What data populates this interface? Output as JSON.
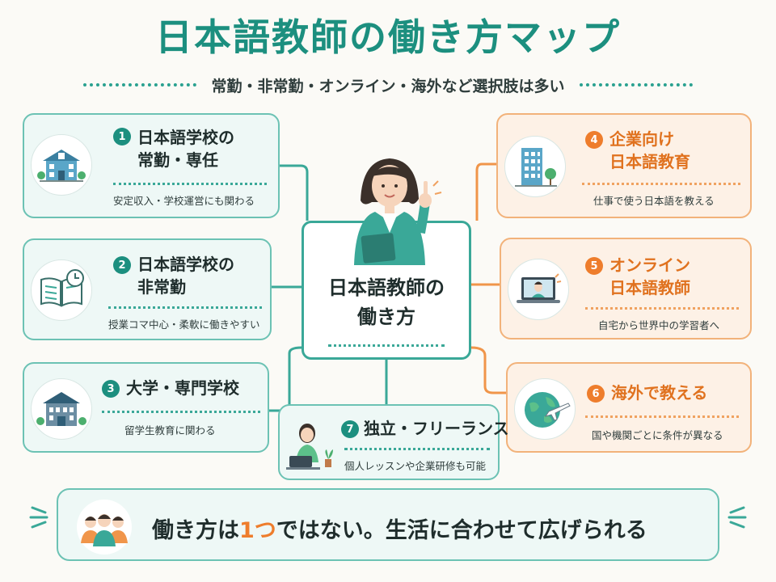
{
  "title": "日本語教師の働き方マップ",
  "subtitle": "常勤・非常勤・オンライン・海外など選択肢は多い",
  "center": {
    "line1": "日本語教師の",
    "line2": "働き方"
  },
  "cards": [
    {
      "num": "1",
      "title1": "日本語学校の",
      "title2": "常勤・専任",
      "desc": "安定収入・学校運営にも関わる",
      "icon": "school-building-icon"
    },
    {
      "num": "2",
      "title1": "日本語学校の",
      "title2": "非常勤",
      "desc": "授業コマ中心・柔軟に働きやすい",
      "icon": "book-clock-icon"
    },
    {
      "num": "3",
      "title1": "大学・専門学校",
      "title2": "",
      "desc": "留学生教育に関わる",
      "icon": "university-icon"
    },
    {
      "num": "4",
      "title1": "企業向け",
      "title2": "日本語教育",
      "desc": "仕事で使う日本語を教える",
      "icon": "office-building-icon"
    },
    {
      "num": "5",
      "title1": "オンライン",
      "title2": "日本語教師",
      "desc": "自宅から世界中の学習者へ",
      "icon": "laptop-video-icon"
    },
    {
      "num": "6",
      "title1": "海外で教える",
      "title2": "",
      "desc": "国や機関ごとに条件が異なる",
      "icon": "globe-plane-icon"
    },
    {
      "num": "7",
      "title1": "独立・フリーランス",
      "title2": "",
      "desc": "個人レッスンや企業研修も可能",
      "icon": "freelancer-laptop-icon"
    }
  ],
  "bottom": {
    "part1": "働き方は",
    "part2": "1つ",
    "part3": "ではない。生活に合わせて広げられる"
  },
  "colors": {
    "teal": "#1c8f7f",
    "orange": "#ee7d2c",
    "tealBg": "#eef8f6",
    "orangeBg": "#fdf1e6"
  }
}
